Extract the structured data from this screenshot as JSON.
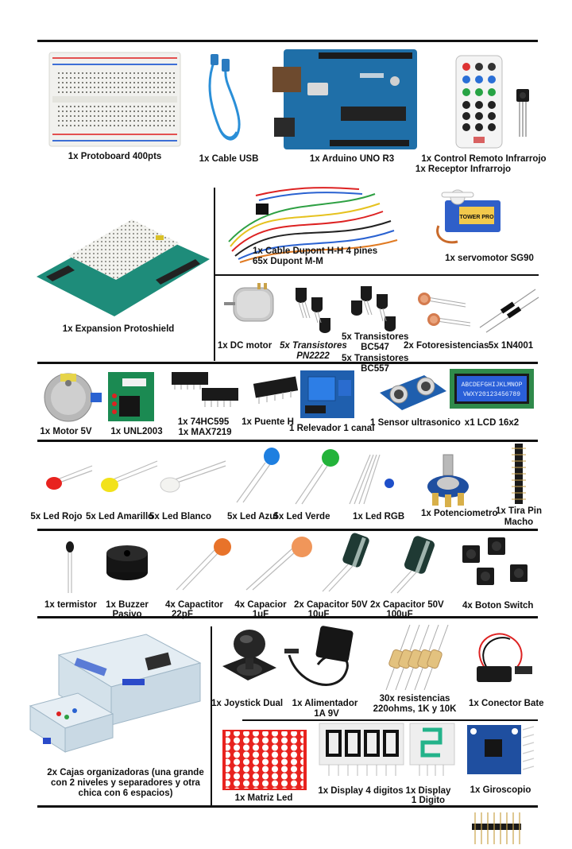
{
  "colors": {
    "arduino_blue": "#1f6fa8",
    "pcb_green": "#1e8c7a",
    "led_red": "#e8231f",
    "led_yellow": "#f2e21a",
    "led_blue": "#1e7fe0",
    "led_green": "#23b33a",
    "lcd_blue": "#2a5fd8",
    "servo_blue": "#2f5fc9",
    "capacitor_orange": "#e8732a"
  },
  "row1": {
    "protoboard": "1x  Protoboard 400pts",
    "usb": "1x  Cable USB",
    "arduino": "1x Arduino UNO R3",
    "remote_1": "1x Control Remoto Infrarrojo",
    "remote_2": "1x  Receptor Infrarrojo"
  },
  "row2": {
    "protoshield": "1x Expansion Protoshield",
    "dupont_1": "1x Cable Dupont H-H 4 pines",
    "dupont_2": "65x Dupont M-M",
    "servo": "1x servomotor SG90",
    "servo_brand": "TOWER PRO",
    "dc_motor": "1x DC motor",
    "pn2222_1": "5x Transistores",
    "pn2222_2": "PN2222",
    "bc547_1": "5x Transistores",
    "bc547_2": "BC547",
    "bc557_1": "5x Transistores",
    "bc557_2": "BC557",
    "photo": "2x Fotoresistencias",
    "diode": "5x 1N4001"
  },
  "row3": {
    "motor": "1x Motor 5V",
    "uln": "1x  UNL2003",
    "ic_1": "1x 74HC595",
    "ic_2": "1x  MAX7219",
    "bridge": "1x  Puente H",
    "relay": "1 Relevador 1 canal",
    "ultra": "1 Sensor ultrasonico",
    "lcd": "x1  LCD 16x2",
    "lcd_line1": "ABCDEFGHIJKLMNOP",
    "lcd_line2": "VWXY20123456789"
  },
  "row4": {
    "red": "5x Led Rojo",
    "yellow": "5x Led Amarillo",
    "white": "5x Led Blanco",
    "blue": "5x Led Azul",
    "green": "5x Led Verde",
    "rgb": "1x Led RGB",
    "pot": "1x Potenciometro",
    "pin_1": "1x Tira Pin",
    "pin_2": "Macho"
  },
  "row5": {
    "therm": "1x termistor",
    "buzzer_1": "1x Buzzer",
    "buzzer_2": "Pasivo",
    "cap22_1": "4x Capactitor",
    "cap22_2": "22pF",
    "cap1u_1": "4x Capacior",
    "cap1u_2": "1uF",
    "cap10u_1": "2x Capacitor 50V",
    "cap10u_2": "10uF",
    "cap100u_1": "2x Capacitor 50V",
    "cap100u_2": "100uF",
    "button": "4x Boton Switch"
  },
  "row6": {
    "boxes_1": "2x Cajas organizadoras (una grande",
    "boxes_2": "con 2 niveles y separadores y otra",
    "boxes_3": "chica con 6 espacios)",
    "joystick": "1x Joystick Dual",
    "adapter_1": "1x Alimentador",
    "adapter_2": "1A  9V",
    "resist_1": "30x resistencias",
    "resist_2": "220ohms, 1K y 10K",
    "battery": "1x Conector Bate",
    "matrix": "1x Matriz Led",
    "display4": "1x Display 4 digitos",
    "display1_1": "1x Display",
    "display1_2": "1 Digito",
    "gyro": "1x Giroscopio"
  }
}
